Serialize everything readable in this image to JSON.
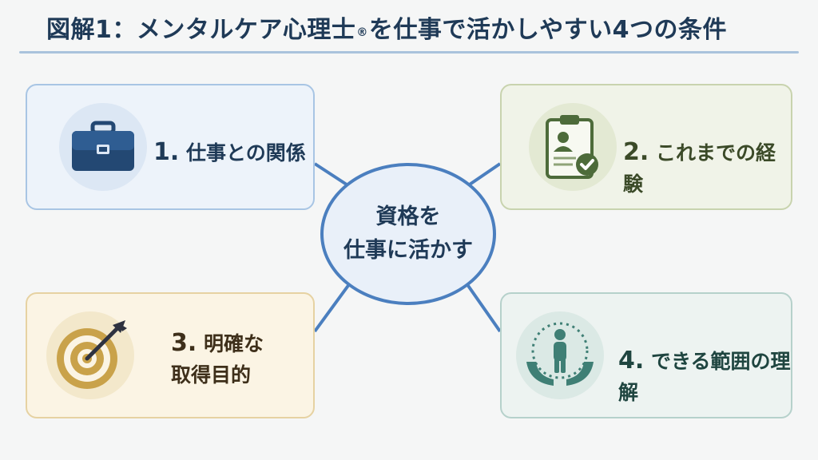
{
  "title": {
    "main": "図解1：メンタルケア心理士",
    "reg_mark": "®",
    "rest": "を仕事で活かしやすい4つの条件"
  },
  "center": {
    "line1": "資格を",
    "line2": "仕事に活かす"
  },
  "cards": [
    {
      "number": "1.",
      "label": "仕事との関係",
      "icon": "briefcase-icon",
      "color": "#1f4e85"
    },
    {
      "number": "2.",
      "label": "これまでの経験",
      "icon": "clipboard-check-icon",
      "color": "#4d6b3a"
    },
    {
      "number": "3.",
      "label_line1": "明確な",
      "label_line2": "取得目的",
      "icon": "target-arrow-icon",
      "color": "#c9a24a"
    },
    {
      "number": "4.",
      "label": "できる範囲の理解",
      "icon": "hands-person-icon",
      "color": "#3f7f75"
    }
  ],
  "colors": {
    "accent_blue": "#4b7fbf",
    "title_text": "#1f3a57",
    "green": "#4d6b3a",
    "gold": "#c9a24a",
    "teal": "#3f7f75"
  }
}
